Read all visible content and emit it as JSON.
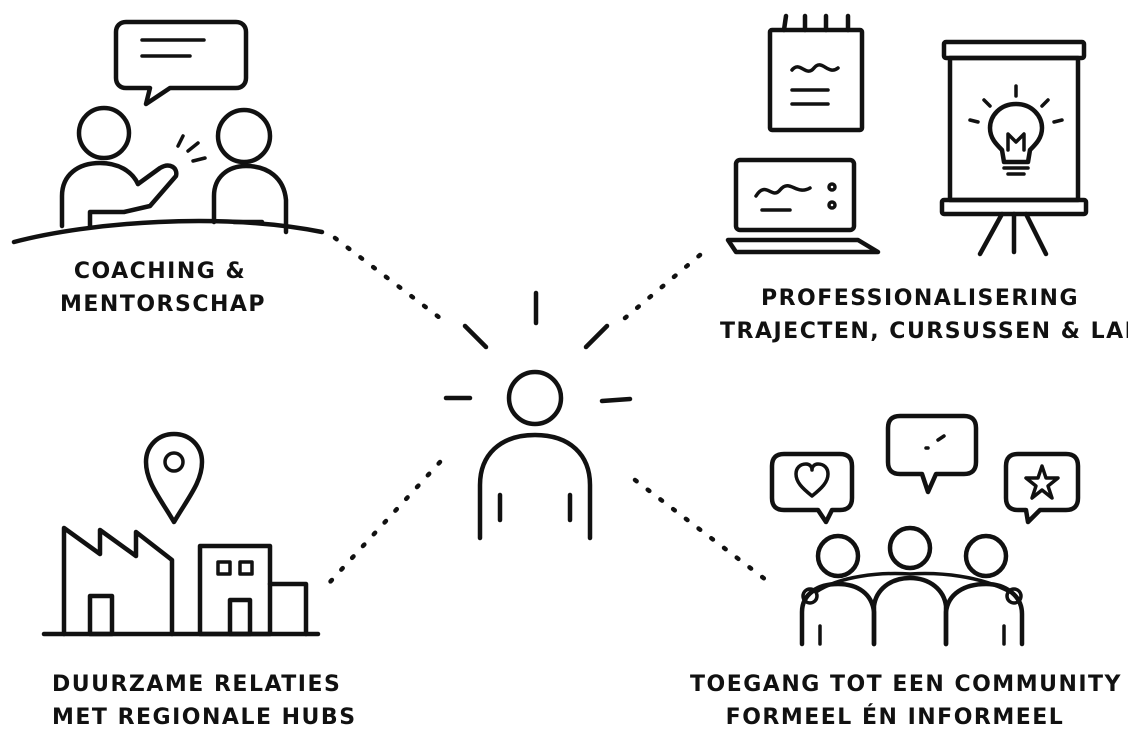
{
  "nodes": [
    {
      "id": "coaching",
      "lines": [
        "COACHING &",
        "MENTORSCHAP"
      ],
      "icon": "coaching-conversation-icon"
    },
    {
      "id": "professionalisering",
      "lines": [
        "PROFESSIONALISERING",
        "TRAJECTEN, CURSUSSEN & LABS"
      ],
      "icon": "learning-tools-icon"
    },
    {
      "id": "hubs",
      "lines": [
        "DUURZAME RELATIES",
        "MET REGIONALE HUBS"
      ],
      "icon": "regional-hub-icon"
    },
    {
      "id": "community",
      "lines": [
        "TOEGANG TOT EEN COMMUNITY",
        "FORMEEL ÉN INFORMEEL"
      ],
      "icon": "community-group-icon"
    }
  ],
  "center": {
    "icon": "person-icon"
  },
  "colors": {
    "ink": "#111111",
    "background": "#ffffff"
  }
}
